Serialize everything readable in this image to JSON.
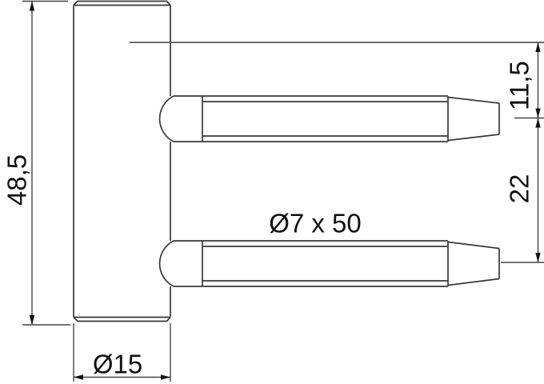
{
  "drawing": {
    "kind": "technical dimension drawing",
    "part": "door hinge frame part: cylindrical barrel with two tapered mounting pins",
    "background_color": "#ffffff",
    "line_color": "#383838",
    "text_color": "#111111",
    "dimensions": {
      "overall_height": "48,5",
      "barrel_diameter": "Ø15",
      "pin_spec": "Ø7 x 50",
      "top_pin_offset": "11,5",
      "pin_spacing": "22"
    }
  }
}
